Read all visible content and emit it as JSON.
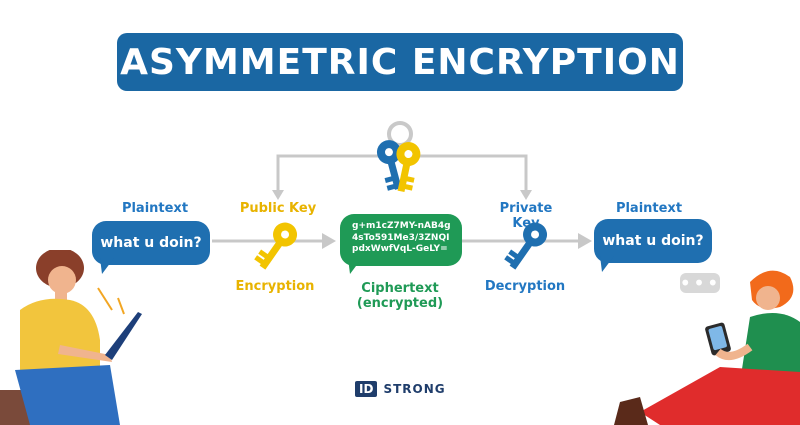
{
  "title": "ASYMMETRIC ENCRYPTION",
  "left_label": "Plaintext",
  "left_message": "what u doin?",
  "public_key_label": "Public Key",
  "encryption_label": "Encryption",
  "ciphertext": "g+m1cZ7MY-nAB4g4sTo591Me3/3ZNQIpdxWwfVqL-GeLY=",
  "ciphertext_label_line1": "Ciphertext",
  "ciphertext_label_line2": "(encrypted)",
  "private_key_label": "Private Key",
  "decryption_label": "Decryption",
  "right_label": "Plaintext",
  "right_message": "what u doin?",
  "typing_indicator": "•••",
  "brand_box": "ID",
  "brand_word": "STRONG",
  "icons": [
    "key-pair-icon",
    "public-key-icon",
    "private-key-icon",
    "arrow-icon"
  ],
  "colors": {
    "primary_blue": "#1a67a3",
    "key_yellow": "#f2c400",
    "key_blue": "#1f6fb0",
    "cipher_green": "#1f9a56",
    "arrow_gray": "#c8c8c8"
  }
}
